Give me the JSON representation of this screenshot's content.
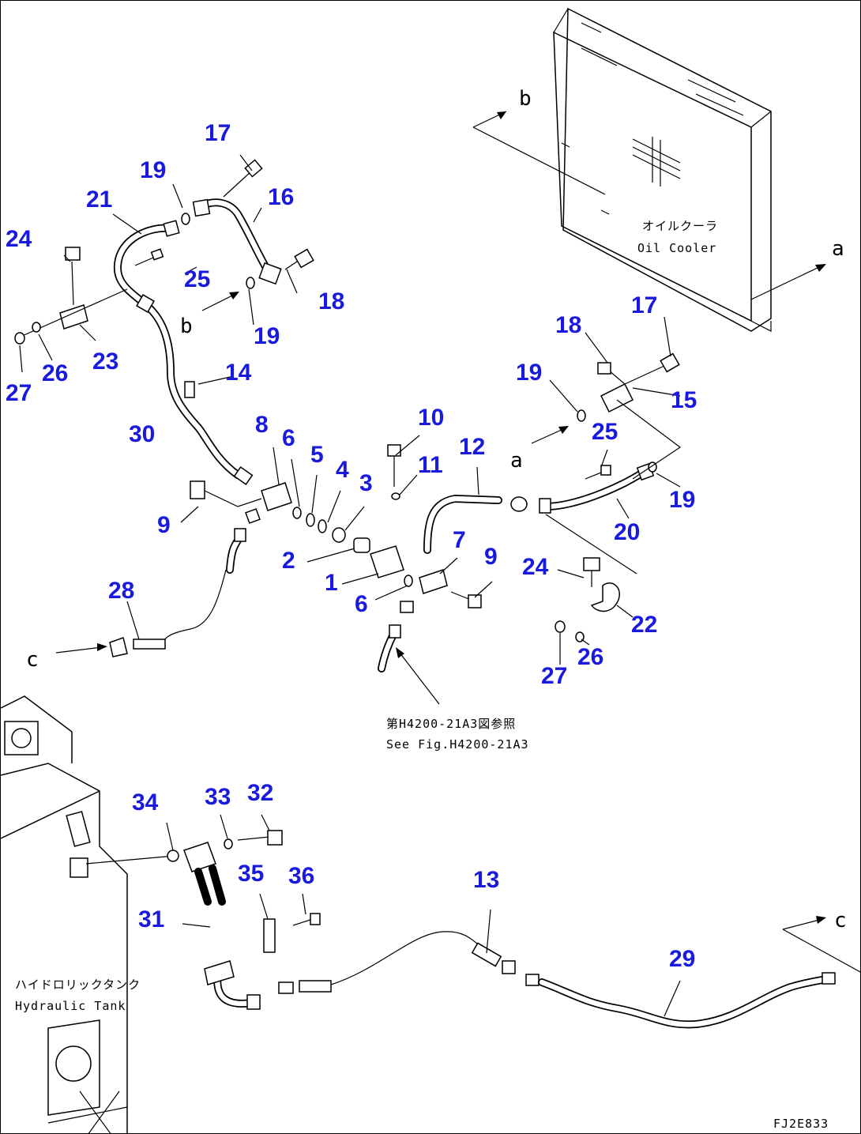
{
  "parts": [
    "1",
    "2",
    "3",
    "4",
    "5",
    "6",
    "6",
    "7",
    "8",
    "9",
    "9",
    "10",
    "11",
    "12",
    "13",
    "14",
    "15",
    "16",
    "17",
    "17",
    "18",
    "18",
    "19",
    "19",
    "19",
    "19",
    "20",
    "21",
    "22",
    "23",
    "24",
    "24",
    "25",
    "25",
    "26",
    "26",
    "27",
    "27",
    "28",
    "29",
    "30",
    "31",
    "32",
    "33",
    "34",
    "35",
    "36"
  ],
  "views": [
    "a",
    "a",
    "b",
    "b",
    "c",
    "c"
  ],
  "cooler": {
    "jp": "オイルクーラ",
    "en": "Oil Cooler"
  },
  "tank": {
    "jp": "ハイドロリックタンク",
    "en": "Hydraulic Tank"
  },
  "reference": {
    "jp": "第H4200-21A3図参照",
    "en": "See Fig.H4200-21A3"
  },
  "figure_code": "FJ2E833",
  "colors": {
    "callout": "#1a1adf",
    "line": "#000000",
    "background": "#ffffff"
  }
}
